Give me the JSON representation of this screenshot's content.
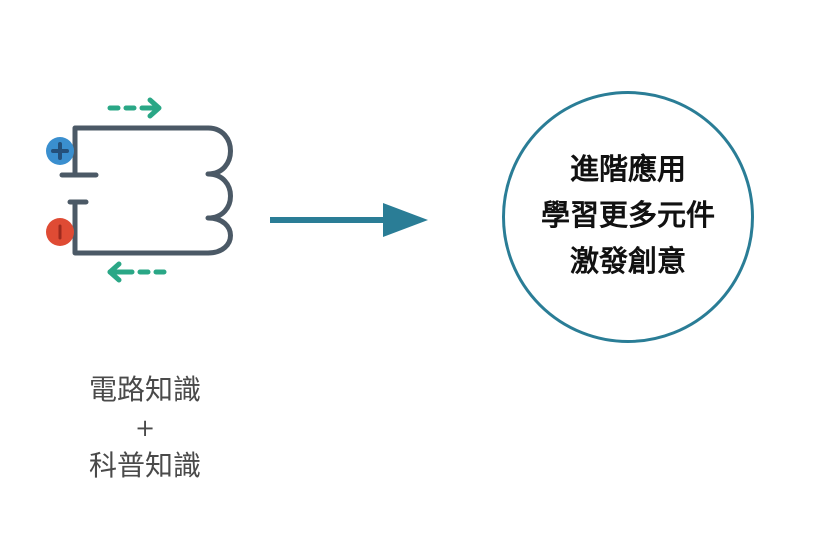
{
  "left": {
    "caption_line1": "電路知識",
    "caption_plus": "+",
    "caption_line2": "科普知識"
  },
  "right": {
    "line1": "進階應用",
    "line2": "學習更多元件",
    "line3": "激發創意"
  },
  "colors": {
    "wire": "#4b5966",
    "positive_terminal": "#3a8fcf",
    "negative_terminal": "#df4b34",
    "current_arrow": "#2aa786",
    "main_arrow": "#2a7d96",
    "circle_border": "#2a7d96"
  }
}
